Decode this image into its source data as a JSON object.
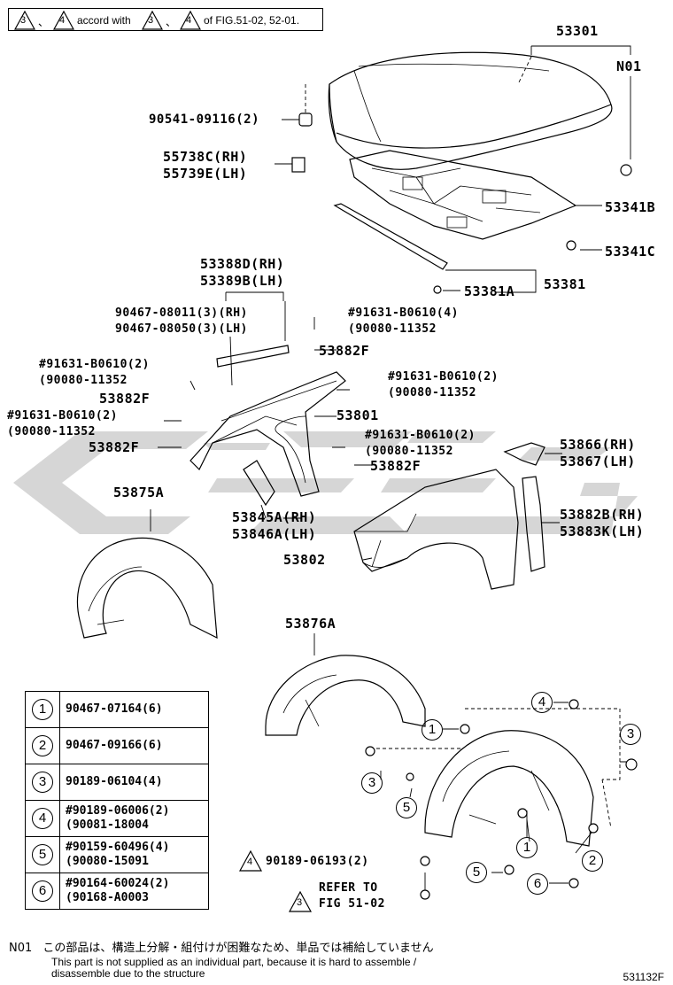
{
  "header_note": {
    "marker_a": "3",
    "marker_b": "4",
    "separator": "、",
    "text_mid": "accord with",
    "text_end": "of FIG.51-02, 52-01."
  },
  "callouts": {
    "c53301": "53301",
    "cN01": "N01",
    "c90541": "90541-09116(2)",
    "c55738": "55738C(RH)",
    "c55739": "55739E(LH)",
    "c53341B": "53341B",
    "c53341C": "53341C",
    "c53381": "53381",
    "c53381A": "53381A",
    "c53388": "53388D(RH)",
    "c53389": "53389B(LH)",
    "c90467a": "90467-08011(3)(RH)",
    "c90467b": "90467-08050(3)(LH)",
    "c91631_top": "#91631-B0610(4)",
    "c90080_top": "(90080-11352",
    "c53882F_1": "53882F",
    "c91631_l1": "#91631-B0610(2)",
    "c90080_l1": "(90080-11352",
    "c91631_r1": "#91631-B0610(2)",
    "c90080_r1": "(90080-11352",
    "c53882F_2": "53882F",
    "c53801": "53801",
    "c91631_l2": "#91631-B0610(2)",
    "c90080_l2": "(90080-11352",
    "c91631_r2": "#91631-B0610(2)",
    "c90080_r2": "(90080-11352",
    "c53882F_3": "53882F",
    "c53882F_4": "53882F",
    "c53866": "53866(RH)",
    "c53867": "53867(LH)",
    "c53875A": "53875A",
    "c53845": "53845A(RH)",
    "c53846": "53846A(LH)",
    "c53882B": "53882B(RH)",
    "c53883K": "53883K(LH)",
    "c53802": "53802",
    "c53876A": "53876A",
    "c90189_06193": "90189-06193(2)",
    "refer_line1": "REFER TO",
    "refer_line2": "FIG 51-02",
    "refer_marker": "3",
    "warn_marker": "4"
  },
  "legend": [
    {
      "num": "1",
      "line1": "90467-07164(6)",
      "line2": ""
    },
    {
      "num": "2",
      "line1": "90467-09166(6)",
      "line2": ""
    },
    {
      "num": "3",
      "line1": "90189-06104(4)",
      "line2": ""
    },
    {
      "num": "4",
      "line1": "#90189-06006(2)",
      "line2": "(90081-18004"
    },
    {
      "num": "5",
      "line1": "#90159-60496(4)",
      "line2": "(90080-15091"
    },
    {
      "num": "6",
      "line1": "#90164-60024(2)",
      "line2": "(90168-A0003"
    }
  ],
  "markers": {
    "m1a": "1",
    "m1b": "1",
    "m2": "2",
    "m3a": "3",
    "m3b": "3",
    "m4": "4",
    "m5a": "5",
    "m5b": "5",
    "m6": "6"
  },
  "footer": {
    "n01_label": "N01",
    "jp_text": "この部品は、構造上分解・組付けが困難なため、単品では補給していません",
    "en_line1": "This part is not supplied as an individual part, because it is hard to assemble /",
    "en_line2": "disassemble due to the structure",
    "fig_number": "531132F"
  },
  "colors": {
    "line": "#000000",
    "watermark": "#c8c8c8"
  }
}
